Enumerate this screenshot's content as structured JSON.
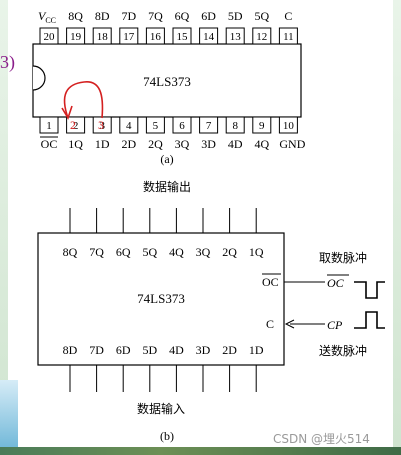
{
  "chip_a": {
    "name": "74LS373",
    "top_pins": [
      {
        "num": "20",
        "label": "V"
      },
      {
        "num": "19",
        "label": "8Q"
      },
      {
        "num": "18",
        "label": "8D"
      },
      {
        "num": "17",
        "label": "7D"
      },
      {
        "num": "16",
        "label": "7Q"
      },
      {
        "num": "15",
        "label": "6Q"
      },
      {
        "num": "14",
        "label": "6D"
      },
      {
        "num": "13",
        "label": "5D"
      },
      {
        "num": "12",
        "label": "5Q"
      },
      {
        "num": "11",
        "label": "C"
      }
    ],
    "vcc_subscript": "CC",
    "bottom_pins": [
      {
        "num": "1",
        "label": "OC"
      },
      {
        "num": "2",
        "label": "1Q"
      },
      {
        "num": "3",
        "label": "1D"
      },
      {
        "num": "4",
        "label": "2D"
      },
      {
        "num": "5",
        "label": "2Q"
      },
      {
        "num": "6",
        "label": "3Q"
      },
      {
        "num": "7",
        "label": "3D"
      },
      {
        "num": "8",
        "label": "4D"
      },
      {
        "num": "9",
        "label": "4Q"
      },
      {
        "num": "10",
        "label": "GND"
      }
    ],
    "caption": "(a)",
    "annotation_marks": [
      "2",
      "3"
    ]
  },
  "chip_b": {
    "name": "74LS373",
    "top_caption": "数据输出",
    "bottom_caption": "数据输入",
    "outputs": [
      "8Q",
      "7Q",
      "6Q",
      "5Q",
      "4Q",
      "3Q",
      "2Q",
      "1Q"
    ],
    "inputs": [
      "8D",
      "7D",
      "6D",
      "5D",
      "4D",
      "3D",
      "2D",
      "1D"
    ],
    "oc_pin": "OC",
    "c_pin": "C",
    "oc_signal": "OC",
    "cp_signal": "CP",
    "oc_caption": "取数脉冲",
    "cp_caption": "送数脉冲",
    "caption": "(b)"
  },
  "side_mark": "3)",
  "watermark": "CSDN @埋火514"
}
